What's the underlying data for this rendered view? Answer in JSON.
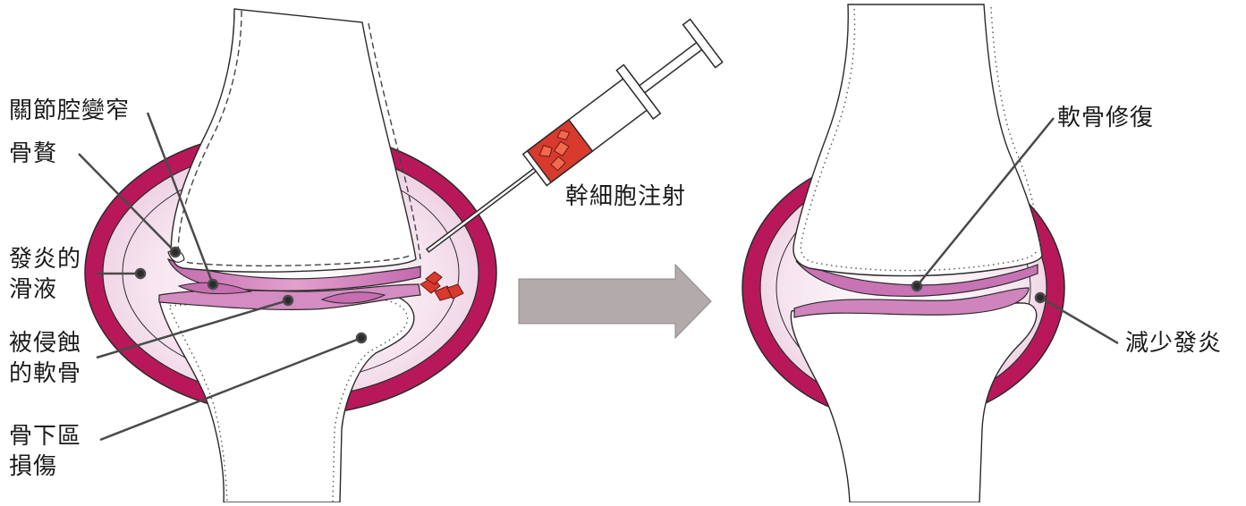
{
  "labels": {
    "narrowed_joint_space": "關節腔變窄",
    "bone_spur": "骨贅",
    "inflamed_synovial_fluid": [
      "發炎的",
      "滑液"
    ],
    "eroded_cartilage": [
      "被侵蝕",
      "的軟骨"
    ],
    "subchondral_damage": [
      "骨下區",
      "損傷"
    ],
    "stem_cell_injection": "幹細胞注射",
    "cartilage_repair": "軟骨修復",
    "reduced_inflammation": "減少發炎"
  },
  "colors": {
    "capsule": "#b8185a",
    "cartilage": "#c873b4",
    "synovium_light": "#f4dcea",
    "cells": "#d83a2e",
    "arrow": "#b3abab",
    "outline": "#2b2b2b"
  }
}
